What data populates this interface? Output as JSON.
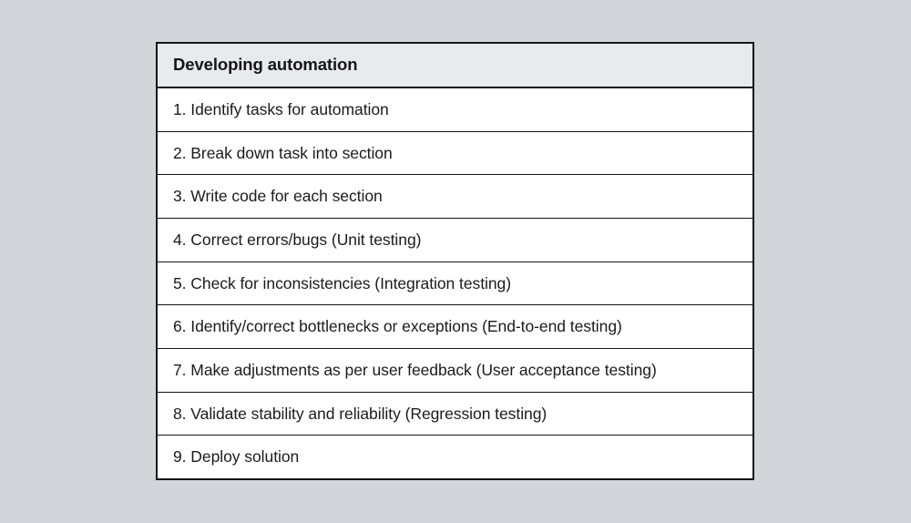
{
  "page": {
    "background_color": "#d2d6da"
  },
  "table": {
    "header": {
      "title": "Developing automation",
      "background_color": "#e7ebee",
      "text_color": "#151515"
    },
    "border_color": "#141414",
    "row_background_color": "#ffffff",
    "rows": [
      {
        "number": "1.",
        "text": "1. Identify tasks for automation"
      },
      {
        "number": "2.",
        "text": "2. Break down task into section"
      },
      {
        "number": "3.",
        "text": "3. Write code for each section"
      },
      {
        "number": "4.",
        "text": "4. Correct errors/bugs (Unit testing)"
      },
      {
        "number": "5.",
        "text": "5. Check for inconsistencies (Integration testing)"
      },
      {
        "number": "6.",
        "text": "6. Identify/correct bottlenecks or exceptions (End-to-end testing)"
      },
      {
        "number": "7.",
        "text": "7. Make adjustments as per user feedback (User acceptance testing)"
      },
      {
        "number": "8.",
        "text": "8. Validate stability and reliability (Regression testing)"
      },
      {
        "number": "9.",
        "text": "9. Deploy solution"
      }
    ]
  }
}
